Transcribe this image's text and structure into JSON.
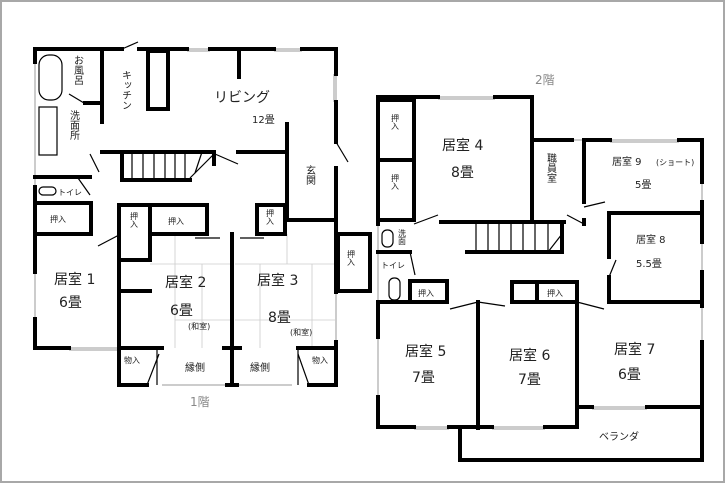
{
  "floors": {
    "first": {
      "label": "1階",
      "rooms": {
        "bath": "お風呂",
        "kitchen": "キッチン",
        "living": "リビング",
        "living_size": "12畳",
        "washroom": "洗面所",
        "toilet": "トイレ",
        "entrance": "玄関",
        "closet": "押入",
        "room1": "居室 1",
        "room1_size": "6畳",
        "room2": "居室 2",
        "room2_size": "6畳",
        "room2_type": "(和室)",
        "room3": "居室 3",
        "room3_size": "8畳",
        "room3_type": "(和室)",
        "storage": "物入",
        "engawa": "縁側"
      }
    },
    "second": {
      "label": "2階",
      "rooms": {
        "closet": "押入",
        "room4": "居室 4",
        "room4_size": "8畳",
        "staff": "職員室",
        "room9": "居室 9",
        "room9_note": "(ショート)",
        "room9_size": "5畳",
        "room8": "居室 8",
        "room8_size": "5.5畳",
        "wash": "洗面",
        "toilet": "トイレ",
        "room5": "居室 5",
        "room5_size": "7畳",
        "room6": "居室 6",
        "room6_size": "7畳",
        "room7": "居室 7",
        "room7_size": "6畳",
        "veranda": "ベランダ"
      }
    }
  }
}
